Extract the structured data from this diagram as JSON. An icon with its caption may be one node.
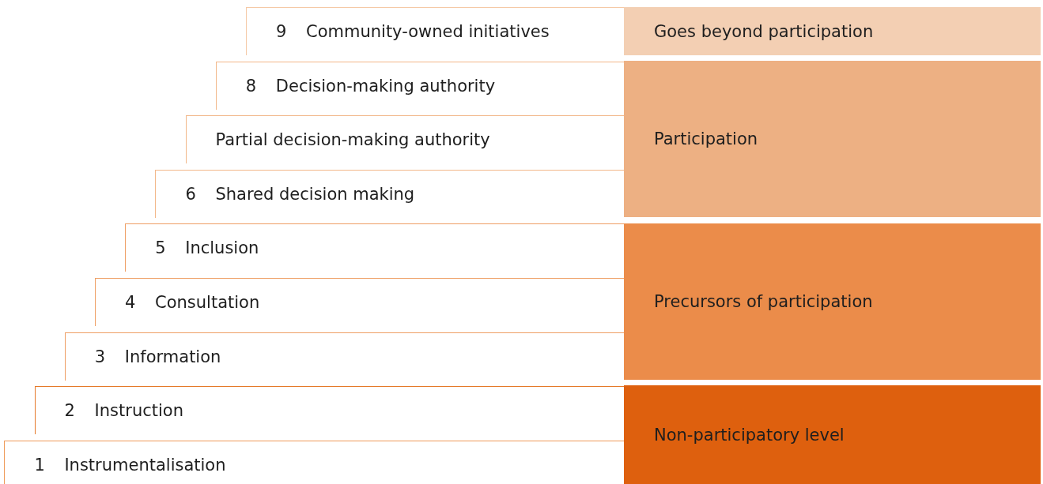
{
  "diagram": {
    "nodes": [
      {
        "text": [
          "9",
          "Community-owned initiatives"
        ]
      },
      {
        "text": [
          "8",
          "Decision-making authority"
        ]
      },
      {
        "text": [
          "Partial decision-making authority"
        ]
      },
      {
        "text": [
          "6",
          "Shared decision making"
        ]
      },
      {
        "text": [
          "5",
          "Inclusion"
        ]
      },
      {
        "text": [
          "4",
          "Consultation"
        ]
      },
      {
        "text": [
          "3",
          "Information"
        ]
      },
      {
        "text": [
          "2",
          "Instruction"
        ]
      },
      {
        "text": [
          "1",
          "Instrumentalisation"
        ]
      },
      {
        "text": [
          "Goes beyond participation"
        ]
      },
      {
        "text": [
          "Participation"
        ]
      },
      {
        "text": [
          "Precursors of participation"
        ]
      },
      {
        "text": [
          "Non-participatory level"
        ]
      }
    ]
  }
}
